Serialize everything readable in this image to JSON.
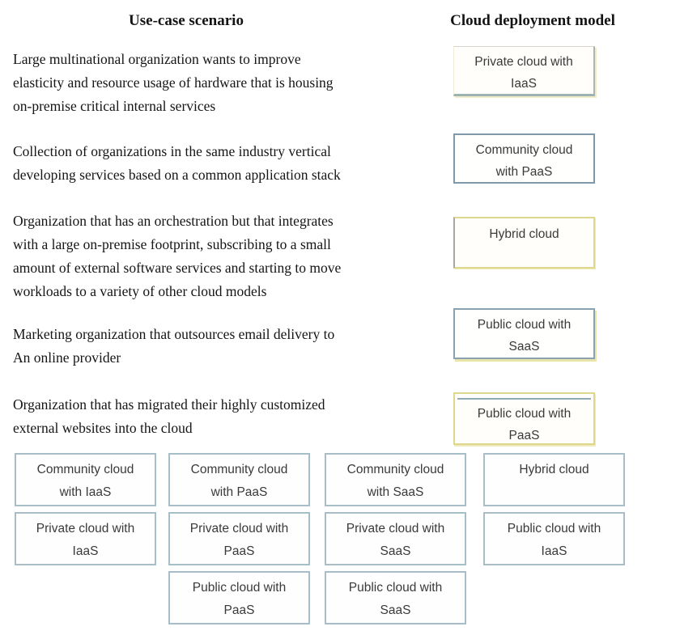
{
  "headers": {
    "scenario_column": "Use-case scenario",
    "model_column": "Cloud deployment model"
  },
  "matches": [
    {
      "scenario_lines": [
        "Large multinational organization wants to improve",
        "elasticity and resource usage of hardware that is housing",
        "on-premise critical internal services"
      ],
      "answer": {
        "label": "Private cloud with IaaS",
        "lines": [
          "Private cloud with",
          "IaaS"
        ]
      }
    },
    {
      "scenario_lines": [
        "Collection of organizations in the same industry vertical",
        "developing services based on a common application stack"
      ],
      "answer": {
        "label": "Community cloud with PaaS",
        "lines": [
          "Community cloud",
          "with PaaS"
        ]
      }
    },
    {
      "scenario_lines": [
        "Organization that has an orchestration but that integrates",
        "with a large on-premise footprint, subscribing to a small",
        "amount of external software services and starting to move",
        "workloads to a variety of other cloud models"
      ],
      "answer": {
        "label": "Hybrid cloud",
        "lines": [
          "Hybrid cloud"
        ]
      }
    },
    {
      "scenario_lines": [
        "Marketing organization that outsources email delivery to",
        "An online provider"
      ],
      "answer": {
        "label": "Public cloud with SaaS",
        "lines": [
          "Public cloud with",
          "SaaS"
        ]
      }
    },
    {
      "scenario_lines": [
        "Organization that has migrated their highly customized",
        "external websites into the cloud"
      ],
      "answer": {
        "label": "Public cloud with PaaS",
        "lines": [
          "Public cloud with",
          "PaaS"
        ]
      }
    }
  ],
  "bank": [
    {
      "label": "Community cloud with IaaS",
      "lines": [
        "Community cloud",
        "with IaaS"
      ]
    },
    {
      "label": "Community cloud with PaaS",
      "lines": [
        "Community cloud",
        "with PaaS"
      ]
    },
    {
      "label": "Community cloud with SaaS",
      "lines": [
        "Community cloud",
        "with SaaS"
      ]
    },
    {
      "label": "Hybrid cloud",
      "lines": [
        "Hybrid cloud"
      ]
    },
    {
      "label": "Private cloud with IaaS",
      "lines": [
        "Private cloud with",
        "IaaS"
      ]
    },
    {
      "label": "Private cloud with PaaS",
      "lines": [
        "Private cloud with",
        "PaaS"
      ]
    },
    {
      "label": "Private cloud with SaaS",
      "lines": [
        "Private cloud with",
        "SaaS"
      ]
    },
    {
      "label": "Public cloud with IaaS",
      "lines": [
        "Public cloud with",
        "IaaS"
      ]
    },
    {
      "label": "Public cloud with PaaS",
      "lines": [
        "Public cloud with",
        "PaaS"
      ]
    },
    {
      "label": "Public cloud with SaaS",
      "lines": [
        "Public cloud with",
        "SaaS"
      ]
    }
  ],
  "colors": {
    "bank_border": "#a7bec9",
    "slot_steel_border": "#7f99a8",
    "slot_yellow_border": "#ded88c",
    "box_text": "#3a3a3a",
    "body_text": "#151515"
  }
}
